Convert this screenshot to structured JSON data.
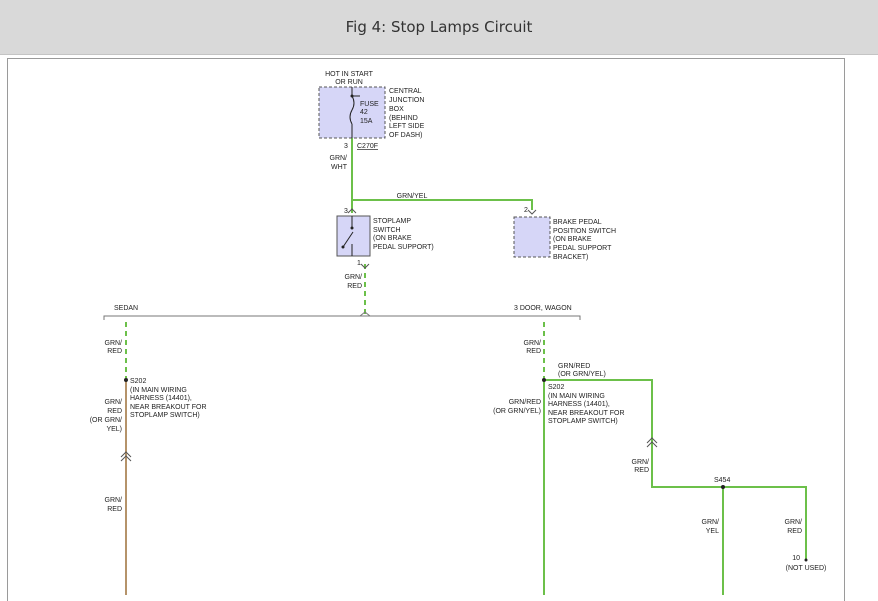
{
  "header": {
    "title": "Fig 4: Stop Lamps Circuit"
  },
  "colors": {
    "wire_green": "#6cc04a",
    "wire_tan": "#b5936a",
    "component_fill": "#d6d6f7",
    "component_stroke": "#555555"
  },
  "fuse_box": {
    "hot_line1": "HOT IN START",
    "hot_line2": "OR RUN",
    "fuse_line1": "FUSE",
    "fuse_line2": "42",
    "fuse_line3": "15A",
    "desc_line1": "CENTRAL",
    "desc_line2": "JUNCTION",
    "desc_line3": "BOX",
    "desc_line4": "(BEHIND",
    "desc_line5": "LEFT SIDE",
    "desc_line6": "OF DASH)",
    "pin": "3",
    "connector": "C270F"
  },
  "wires": {
    "fuse_out_line1": "GRN/",
    "fuse_out_line2": "WHT",
    "cross": "GRN/YEL",
    "switch_out_line1": "GRN/",
    "switch_out_line2": "RED"
  },
  "stoplamp_switch": {
    "pin_top": "3",
    "pin_bottom": "1",
    "line1": "STOPLAMP",
    "line2": "SWITCH",
    "line3": "(ON BRAKE",
    "line4": "PEDAL SUPPORT)"
  },
  "brake_pedal_switch": {
    "pin": "2",
    "line1": "BRAKE PEDAL",
    "line2": "POSITION SWITCH",
    "line3": "(ON BRAKE",
    "line4": "PEDAL SUPPORT",
    "line5": "BRACKET)"
  },
  "branches": {
    "sedan": "SEDAN",
    "wagon": "3 DOOR, WAGON"
  },
  "sedan": {
    "wire1_line1": "GRN/",
    "wire1_line2": "RED",
    "splice": "S202",
    "splice_line1": "(IN MAIN WIRING",
    "splice_line2": "HARNESS (14401),",
    "splice_line3": "NEAR BREAKOUT FOR",
    "splice_line4": "STOPLAMP SWITCH)",
    "wire2_line1": "GRN/",
    "wire2_line2": "RED",
    "wire2_line3": "(OR GRN/",
    "wire2_line4": "YEL)",
    "wire3_line1": "GRN/",
    "wire3_line2": "RED"
  },
  "wagon": {
    "wire1_line1": "GRN/",
    "wire1_line2": "RED",
    "wire_right_line1": "GRN/RED",
    "wire_right_line2": "(OR GRN/YEL)",
    "splice": "S202",
    "splice_line1": "(IN MAIN WIRING",
    "splice_line2": "HARNESS (14401),",
    "splice_line3": "NEAR BREAKOUT FOR",
    "splice_line4": "STOPLAMP SWITCH)",
    "wire2_line1": "GRN/RED",
    "wire2_line2": "(OR GRN/YEL)",
    "wire3_line1": "GRN/",
    "wire3_line2": "RED",
    "splice2": "S454",
    "wire4_line1": "GRN/",
    "wire4_line2": "YEL",
    "wire5_line1": "GRN/",
    "wire5_line2": "RED",
    "pin10": "10",
    "not_used": "(NOT USED)"
  }
}
